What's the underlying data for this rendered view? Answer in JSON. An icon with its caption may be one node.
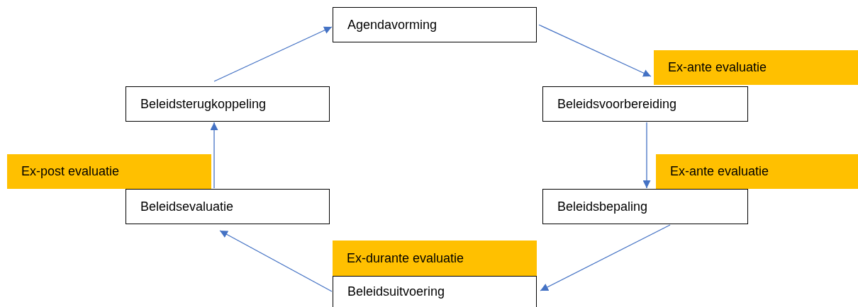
{
  "diagram": {
    "nodes": [
      {
        "text": [
          "Agendavorming"
        ]
      },
      {
        "text": [
          "Ex-ante evaluatie"
        ]
      },
      {
        "text": [
          "Beleidsvoorbereiding"
        ]
      },
      {
        "text": [
          "Ex-ante evaluatie"
        ]
      },
      {
        "text": [
          "Beleidsbepaling"
        ]
      },
      {
        "text": [
          "Ex-durante evaluatie"
        ]
      },
      {
        "text": [
          "Beleidsuitvoering"
        ]
      },
      {
        "text": [
          "Beleidsevaluatie"
        ]
      },
      {
        "text": [
          "Ex-post evaluatie"
        ]
      },
      {
        "text": [
          "Beleidsterugkoppeling"
        ]
      }
    ],
    "edges": [
      {
        "from": 0,
        "to": 1,
        "arrow": "to"
      },
      {
        "from": 2,
        "to": 4,
        "arrow": "to"
      },
      {
        "from": 4,
        "to": 6,
        "arrow": "to"
      },
      {
        "from": 6,
        "to": 7,
        "arrow": "to"
      },
      {
        "from": 7,
        "to": 9,
        "arrow": "to"
      },
      {
        "from": 9,
        "to": 0,
        "arrow": "to"
      }
    ]
  }
}
